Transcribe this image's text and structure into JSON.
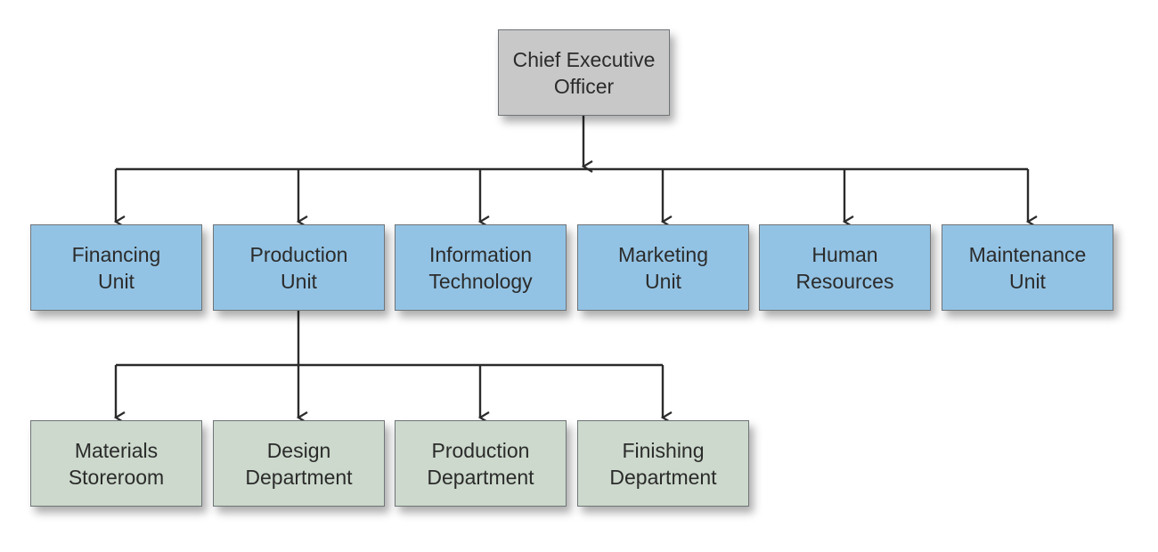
{
  "ceo": {
    "line1": "Chief Executive",
    "line2": "Officer"
  },
  "units": [
    {
      "line1": "Financing",
      "line2": "Unit"
    },
    {
      "line1": "Production",
      "line2": "Unit"
    },
    {
      "line1": "Information",
      "line2": "Technology"
    },
    {
      "line1": "Marketing",
      "line2": "Unit"
    },
    {
      "line1": "Human",
      "line2": "Resources"
    },
    {
      "line1": "Maintenance",
      "line2": "Unit"
    }
  ],
  "departments": [
    {
      "line1": "Materials",
      "line2": "Storeroom"
    },
    {
      "line1": "Design",
      "line2": "Department"
    },
    {
      "line1": "Production",
      "line2": "Department"
    },
    {
      "line1": "Finishing",
      "line2": "Department"
    }
  ],
  "colors": {
    "ceo_fill": "#c8c8c8",
    "unit_fill": "#93c3e4",
    "department_fill": "#ccd9cc",
    "connector": "#2b2b2b"
  }
}
